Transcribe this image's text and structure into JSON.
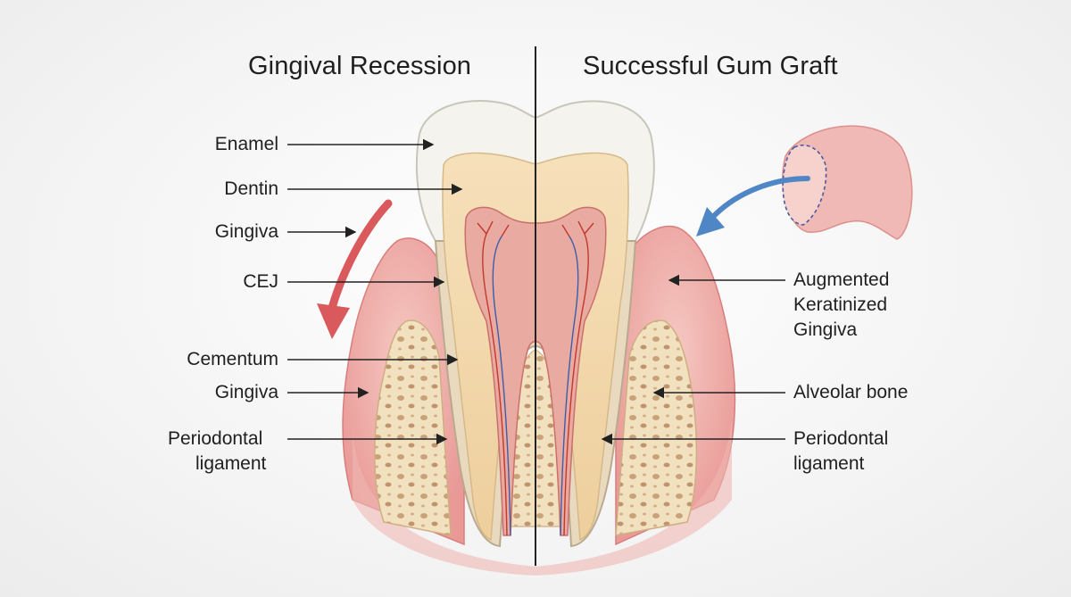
{
  "titles": {
    "left": "Gingival Recession",
    "right": "Successful Gum Graft"
  },
  "left_labels": {
    "enamel": "Enamel",
    "dentin": "Dentin",
    "gingiva_top": "Gingiva",
    "cej": "CEJ",
    "cementum": "Cementum",
    "gingiva_bottom": "Gingiva",
    "pdl_line1": "Periodontal",
    "pdl_line2": "ligament"
  },
  "right_labels": {
    "augmented_line1": "Augmented",
    "augmented_line2": "Keratinized",
    "augmented_line3": "Gingiva",
    "alveolar_bone": "Alveolar bone",
    "pdl_line1": "Periodontal",
    "pdl_line2": "ligament"
  },
  "colors": {
    "enamel": "#f4f2ec",
    "dentin": "#f3d9ae",
    "pulp": "#e7a8a0",
    "gingiva": "#eeb2ad",
    "bone": "#f1dfbd",
    "recession_arrow": "#d9595c",
    "graft_arrow": "#4f86c6"
  }
}
